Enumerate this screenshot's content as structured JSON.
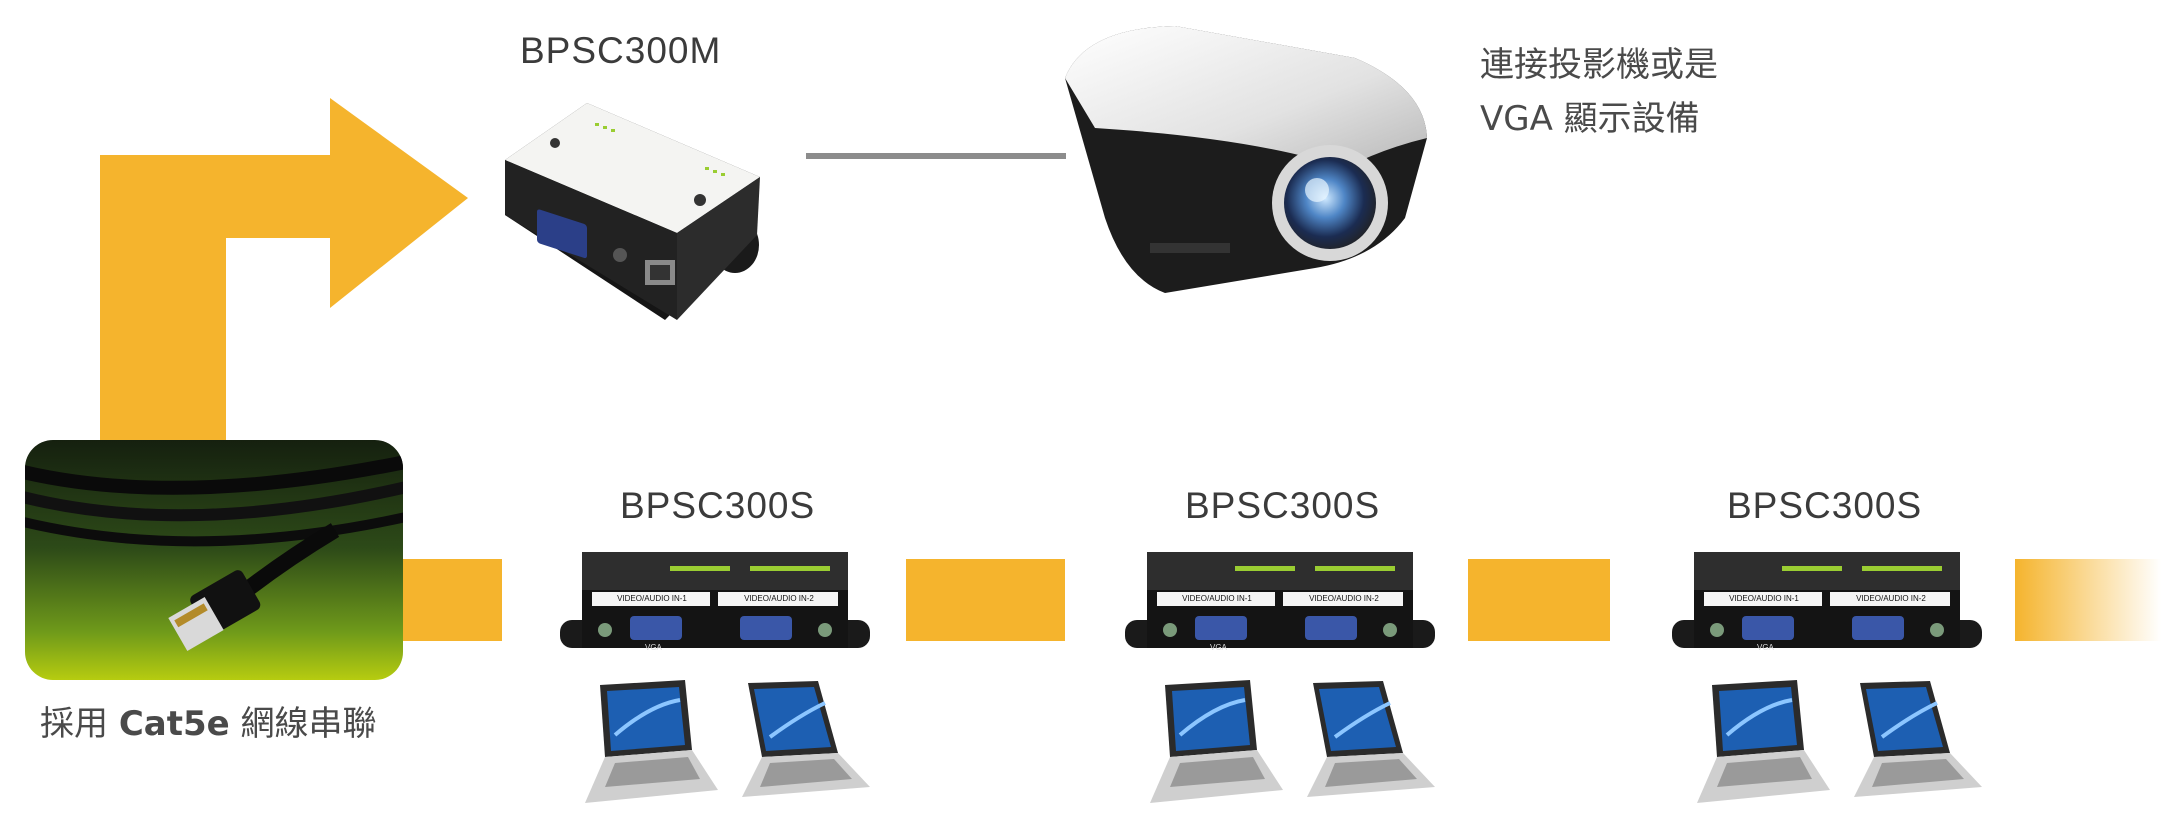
{
  "master": {
    "model": "BPSC300M"
  },
  "display": {
    "line1": "連接投影機或是",
    "line2": "VGA 顯示設備"
  },
  "cable": {
    "prefix": "採用",
    "type": "Cat5e",
    "suffix": "網線串聯"
  },
  "slaves": [
    {
      "model": "BPSC300S",
      "port1": "VIDEO/AUDIO IN-1",
      "port2": "VIDEO/AUDIO IN-2",
      "vga": "VGA"
    },
    {
      "model": "BPSC300S",
      "port1": "VIDEO/AUDIO IN-1",
      "port2": "VIDEO/AUDIO IN-2",
      "vga": "VGA"
    },
    {
      "model": "BPSC300S",
      "port1": "VIDEO/AUDIO IN-1",
      "port2": "VIDEO/AUDIO IN-2",
      "vga": "VGA"
    }
  ],
  "colors": {
    "arrow": "#F5B42D",
    "line": "#8C8C8C",
    "device": "#1e1e1e",
    "text": "#3b3b3b"
  }
}
